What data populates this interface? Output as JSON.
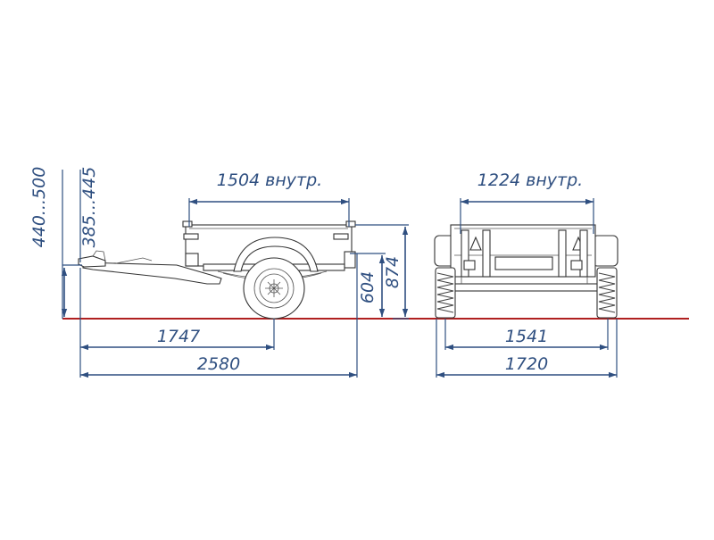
{
  "dimensions": {
    "inner_length_label": "1504 внутр.",
    "inner_width_label": "1224 внутр.",
    "hitch_height_a": "440...500",
    "hitch_height_b": "385...445",
    "axle_position": "1747",
    "overall_length": "2580",
    "body_height": "604",
    "overall_height": "874",
    "track_width": "1541",
    "overall_width": "1720"
  },
  "colors": {
    "dimension_lines": "#2f4f80",
    "ground_line": "#b02020",
    "drawing_lines": "#333333"
  }
}
